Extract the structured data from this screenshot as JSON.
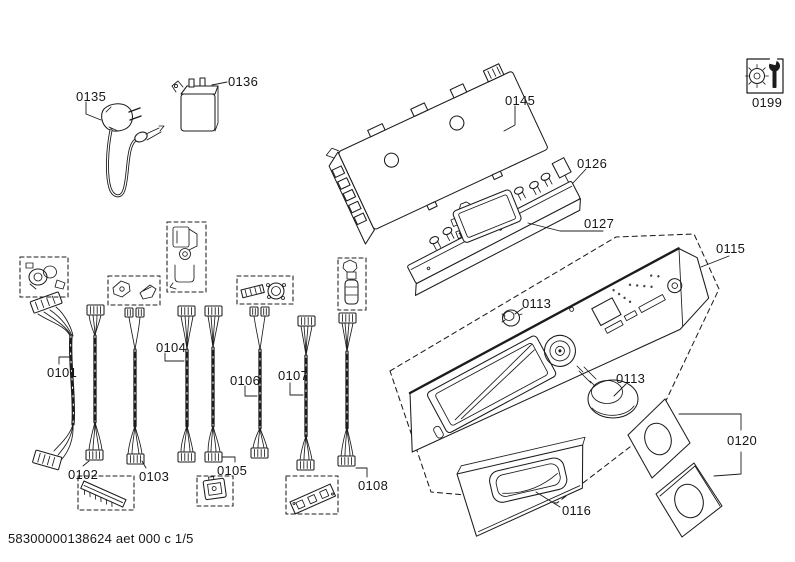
{
  "colors": {
    "background": "#ffffff",
    "line": "#1c1c1c"
  },
  "footer": {
    "code": "58300000138624 aet 000 c 1/5"
  },
  "labels": {
    "part_0101": "0101",
    "part_0102": "0102",
    "part_0103": "0103",
    "part_0104": "0104",
    "part_0105": "0105",
    "part_0106": "0106",
    "part_0107": "0107",
    "part_0108": "0108",
    "part_0113_button": "0113",
    "part_0113_knob": "0113",
    "part_0115": "0115",
    "part_0116": "0116",
    "part_0120": "0120",
    "part_0126": "0126",
    "part_0127": "0127",
    "part_0135": "0135",
    "part_0136": "0136",
    "part_0145": "0145",
    "part_0199": "0199"
  }
}
